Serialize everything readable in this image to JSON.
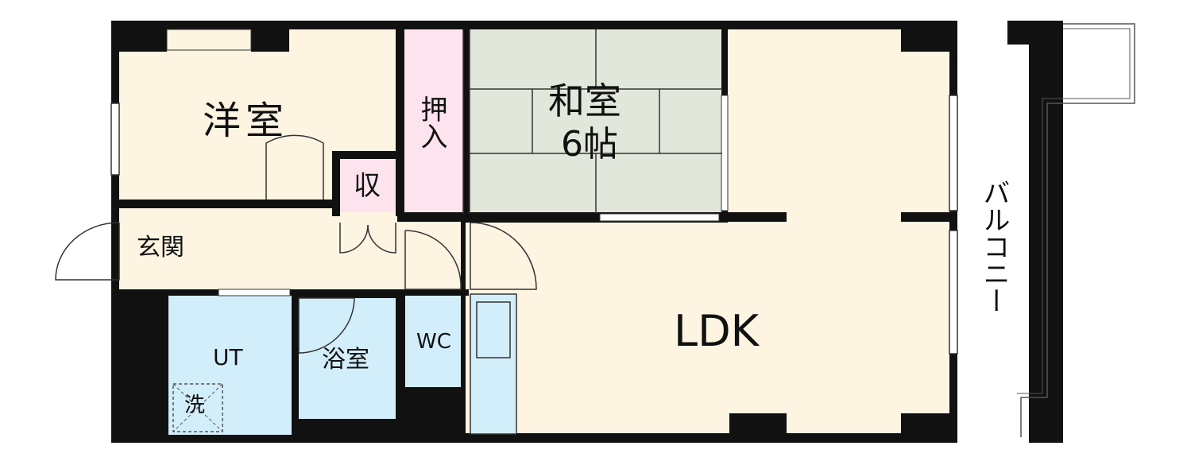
{
  "rooms": {
    "western": "洋室",
    "japanese": "和室",
    "japanese_size": "6帖",
    "oshiire": "押入",
    "storage": "収",
    "entrance": "玄関",
    "ut": "UT",
    "washer": "洗",
    "bath": "浴室",
    "wc": "WC",
    "ldk": "LDK",
    "balcony": "バルコニー"
  },
  "colors": {
    "wall": "#111111",
    "western_floor": "#fdf4e2",
    "ldk_floor": "#fdf4e2",
    "tatami": "#e1e7db",
    "oshiire": "#fce3ee",
    "wet_area": "#d3eefb",
    "balcony": "#ffffff"
  }
}
